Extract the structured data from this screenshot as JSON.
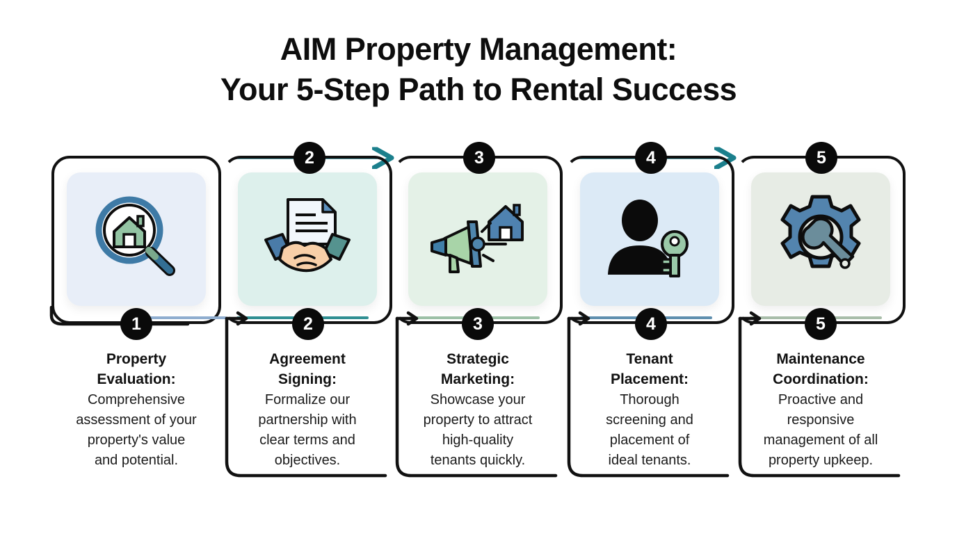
{
  "header": {
    "title_line1": "AIM Property Management:",
    "title_line2": "Your 5-Step Path to Rental Success"
  },
  "theme": {
    "badge_bg": "#0a0a0a",
    "badge_text": "#ffffff",
    "outline": "#111111",
    "top_arrow": "#1b7f8c",
    "page_bg": "#ffffff",
    "text": "#111111"
  },
  "steps": [
    {
      "number": "1",
      "title": "Property\nEvaluation:",
      "desc": "Comprehensive\nassessment of your\nproperty's value\nand potential.",
      "icon": "magnifier-house-icon",
      "tile_color": "#e8eef8",
      "line_color": "#8fadcf"
    },
    {
      "number": "2",
      "title": "Agreement\nSigning:",
      "desc": "Formalize our\npartnership with\nclear terms and\nobjectives.",
      "icon": "handshake-document-icon",
      "tile_color": "#ddf0ec",
      "line_color": "#2f8f92"
    },
    {
      "number": "3",
      "title": "Strategic\nMarketing:",
      "desc": "Showcase your\nproperty to attract\nhigh-quality\ntenants quickly.",
      "icon": "megaphone-house-icon",
      "tile_color": "#e4f1e7",
      "line_color": "#9cc0a6"
    },
    {
      "number": "4",
      "title": "Tenant\nPlacement:",
      "desc": "Thorough\nscreening and\nplacement of\nideal tenants.",
      "icon": "tenant-key-icon",
      "tile_color": "#dceaf6",
      "line_color": "#5f8fae"
    },
    {
      "number": "5",
      "title": "Maintenance\nCoordination:",
      "desc": "Proactive and\nresponsive\nmanagement of all\nproperty upkeep.",
      "icon": "gear-wrench-icon",
      "tile_color": "#e7ece5",
      "line_color": "#a8bda9"
    }
  ],
  "top_connectors": [
    {
      "id": "top-arrow-2",
      "label": "2"
    },
    {
      "id": "top-arrow-4",
      "label": "4"
    }
  ]
}
